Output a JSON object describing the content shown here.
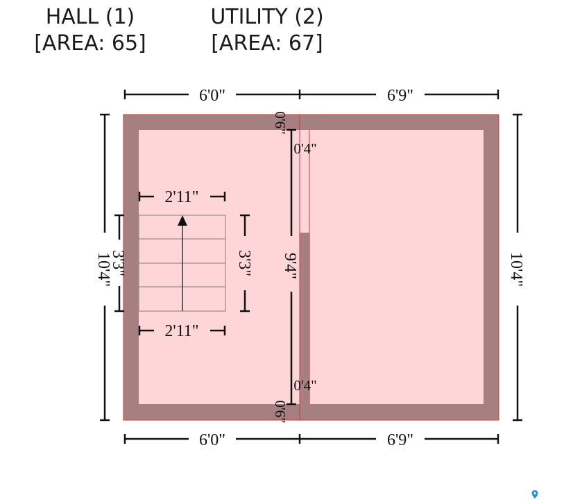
{
  "rooms": [
    {
      "name": "HALL (1)",
      "area": "[AREA: 65]"
    },
    {
      "name": "UTILITY (2)",
      "area": "[AREA: 67]"
    }
  ],
  "dimensions": {
    "top_left": "6'0\"",
    "top_right": "6'9\"",
    "bottom_left": "6'0\"",
    "bottom_right": "6'9\"",
    "left_height": "10'4\"",
    "right_height": "10'4\"",
    "divider_top_wall": "0'6\"",
    "divider_bottom_wall": "0'6\"",
    "divider_top_gap": "0'4\"",
    "divider_bottom_gap": "0'4\"",
    "divider_length": "9'4\"",
    "stair_top_width": "2'11\"",
    "stair_bottom_width": "2'11\"",
    "stair_left_height": "3'3\"",
    "stair_right_height": "3'3\""
  },
  "colors": {
    "wall": "#a67f80",
    "floor": "#ffd6d7",
    "outline": "#cf3a3a",
    "dimension_line": "#111111",
    "stair_line": "#9a8a8a",
    "pin": "#2b8fd6"
  }
}
